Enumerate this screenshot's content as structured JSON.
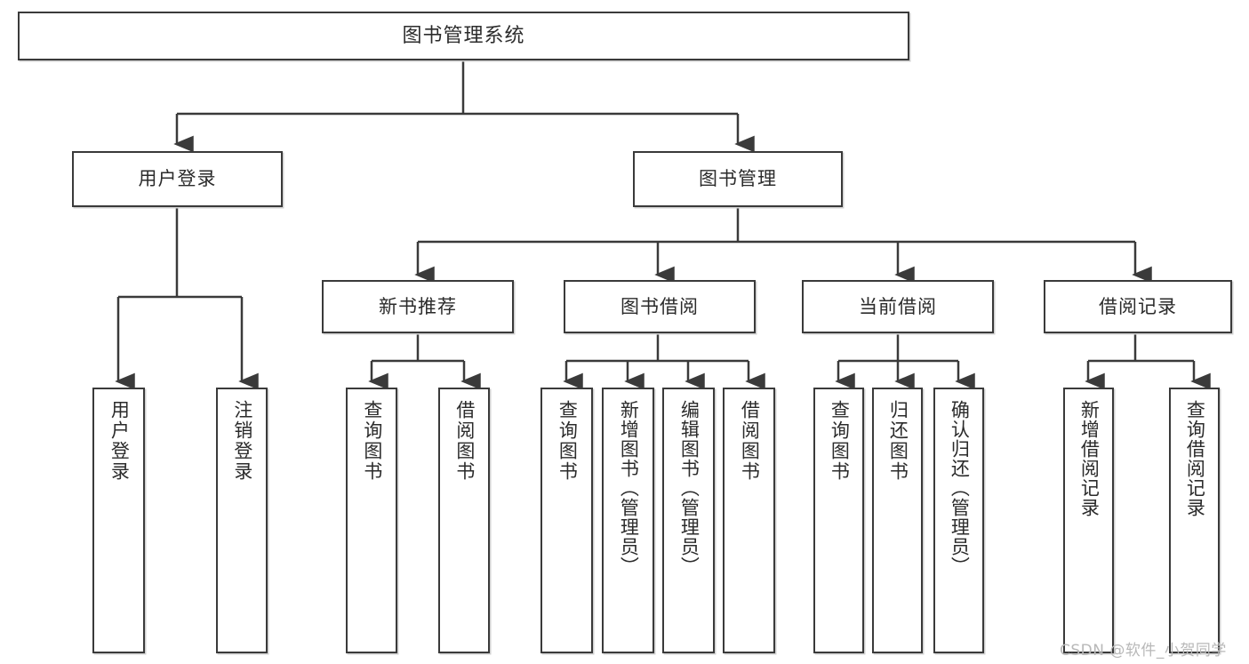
{
  "diagram": {
    "type": "tree-hierarchy-chart",
    "title": "图书管理系统",
    "background_color": "#ffffff",
    "line_color": "#3a3a3a",
    "box_fill": "#ffffff"
  },
  "nodes": {
    "root": {
      "label": "图书管理系统"
    },
    "level1": [
      {
        "label": "用户登录"
      },
      {
        "label": "图书管理"
      }
    ],
    "level2": [
      {
        "label": "新书推荐"
      },
      {
        "label": "图书借阅"
      },
      {
        "label": "当前借阅"
      },
      {
        "label": "借阅记录"
      }
    ],
    "leaves": {
      "user_login": [
        {
          "label": "用户登录"
        },
        {
          "label": "注销登录"
        }
      ],
      "new_book_recommend": [
        {
          "label": "查询图书"
        },
        {
          "label": "借阅图书"
        }
      ],
      "book_borrow": [
        {
          "label": "查询图书"
        },
        {
          "label": "新增图书（管理员）"
        },
        {
          "label": "编辑图书（管理员）"
        },
        {
          "label": "借阅图书"
        }
      ],
      "current_borrow": [
        {
          "label": "查询图书"
        },
        {
          "label": "归还图书"
        },
        {
          "label": "确认归还（管理员）"
        }
      ],
      "borrow_records": [
        {
          "label": "新增借阅记录"
        },
        {
          "label": "查询借阅记录"
        }
      ]
    }
  },
  "watermark": {
    "text": "CSDN @软件_小贺同学"
  }
}
